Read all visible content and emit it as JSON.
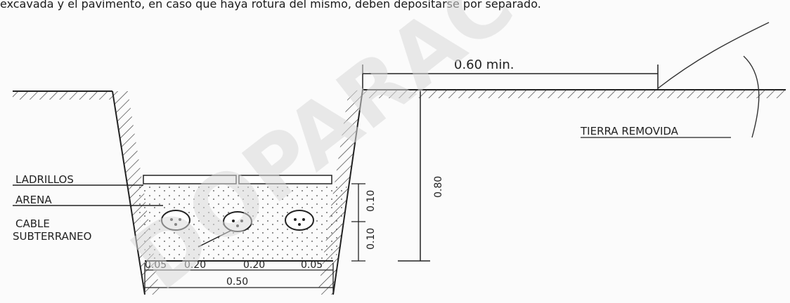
{
  "caption_fragment": "excavada y el pavimento, en caso que haya rotura del mismo, deben depositarse por separado.",
  "labels": {
    "min_width": "0.60 min.",
    "tierra_removida": "TIERRA REMOVIDA",
    "ladrillos": "LADRILLOS",
    "arena": "ARENA",
    "cable_line1": "CABLE",
    "cable_line2": "SUBTERRANEO",
    "depth_total": "0.80",
    "depth_upper": "0.10",
    "depth_lower": "0.10"
  },
  "bottom_dims": [
    "0.05",
    "0.20",
    "0.20",
    "0.05"
  ],
  "bottom_total": "0.50",
  "watermark": "DOPARAC"
}
